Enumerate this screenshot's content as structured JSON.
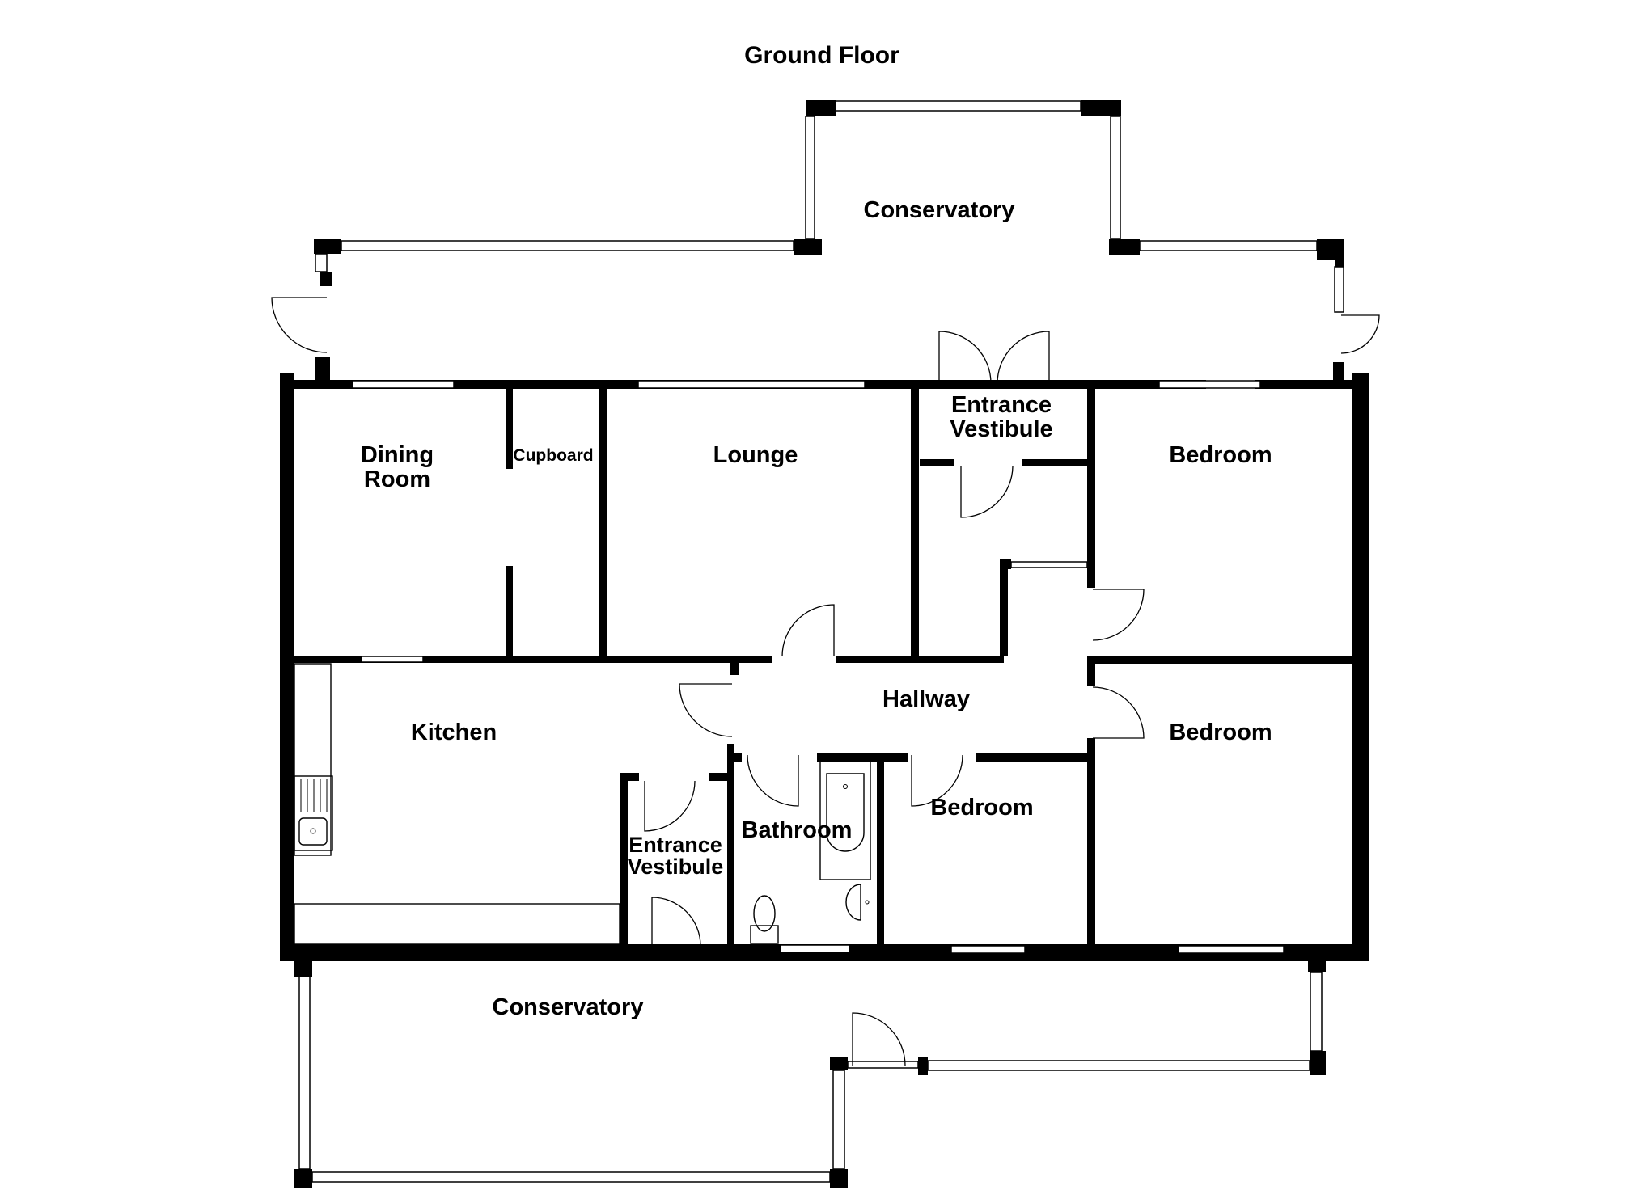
{
  "title": "Ground Floor",
  "rooms": {
    "conservatory_top": "Conservatory",
    "dining_room_line1": "Dining",
    "dining_room_line2": "Room",
    "cupboard": "Cupboard",
    "lounge": "Lounge",
    "entrance_vestibule_top_line1": "Entrance",
    "entrance_vestibule_top_line2": "Vestibule",
    "bedroom_upper_right": "Bedroom",
    "hallway": "Hallway",
    "kitchen": "Kitchen",
    "bedroom_lower_right": "Bedroom",
    "bedroom_middle": "Bedroom",
    "bathroom": "Bathroom",
    "entrance_vestibule_bottom_line1": "Entrance",
    "entrance_vestibule_bottom_line2": "Vestibule",
    "conservatory_bottom": "Conservatory"
  },
  "colors": {
    "wall": "#000000",
    "background": "#ffffff"
  }
}
